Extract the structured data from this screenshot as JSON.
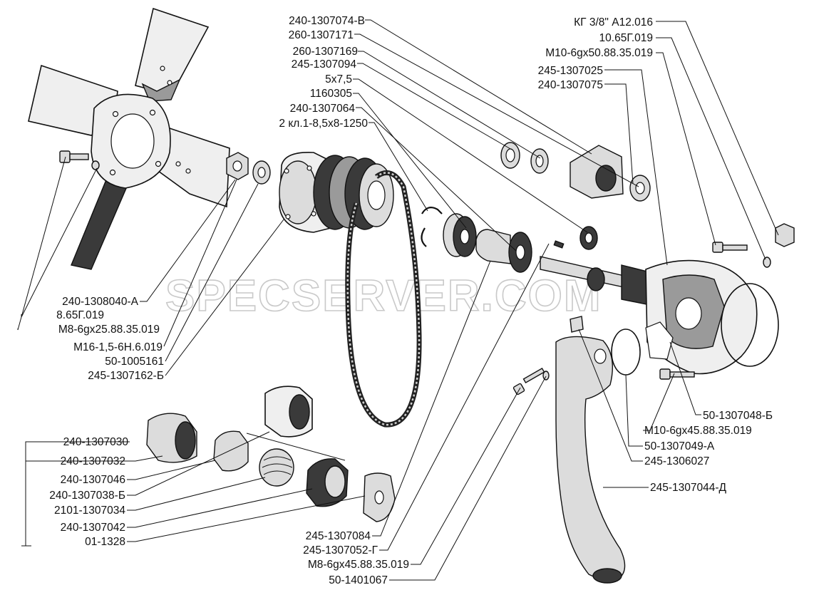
{
  "watermark": "SPECSERVER.COM",
  "labels": {
    "l01": "240-1307074-В",
    "l02": "260-1307171",
    "l03": "260-1307169",
    "l04": "245-1307094",
    "l05": "5х7,5",
    "l06": "1160305",
    "l07": "240-1307064",
    "l08": "2 кл.1-8,5х8-1250",
    "l09": "КГ 3/8\" А12.016",
    "l10": "10.65Г.019",
    "l11": "М10-6gх50.88.35.019",
    "l12": "245-1307025",
    "l13": "240-1307075",
    "l14": "240-1308040-А",
    "l15": "8.65Г.019",
    "l16": "М8-6gх25.88.35.019",
    "l17": "М16-1,5-6Н.6.019",
    "l18": "50-1005161",
    "l19": "245-1307162-Б",
    "l20": "50-1307048-Б",
    "l21": "М10-6gх45.88.35.019",
    "l22": "50-1307049-А",
    "l23": "245-1306027",
    "l24": "245-1307044-Д",
    "l25": "240-1307030",
    "l26": "240-1307032",
    "l27": "240-1307046",
    "l28": "240-1307038-Б",
    "l29": "2101-1307034",
    "l30": "240-1307042",
    "l31": "01-1328",
    "l32": "245-1307084",
    "l33": "245-1307052-Г",
    "l34": "М8-6gх45.88.35.019",
    "l35": "50-1401067"
  }
}
